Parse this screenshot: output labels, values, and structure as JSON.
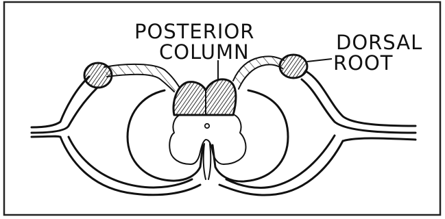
{
  "labels": {
    "posterior_line1": "POSTERIOR",
    "posterior_line2": "COLUMN",
    "dorsal_line1": "DORSAL",
    "dorsal_line2": "ROOT"
  },
  "colors": {
    "ink": "#111111",
    "background": "#ffffff"
  }
}
